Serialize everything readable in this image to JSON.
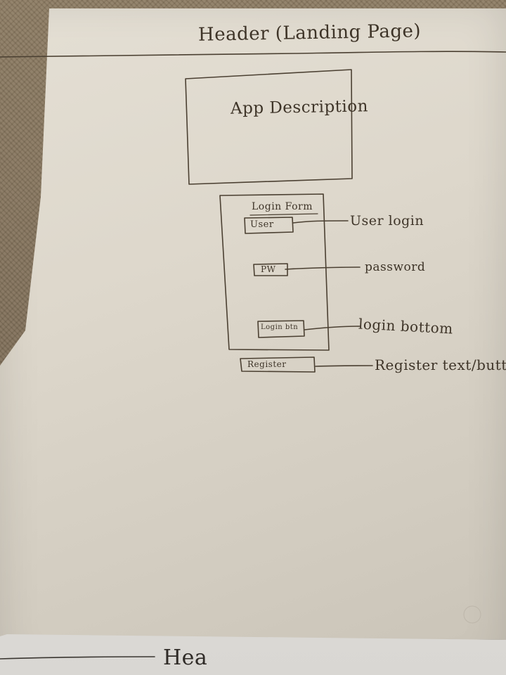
{
  "header": {
    "title": "Header (Landing Page)"
  },
  "app_description": {
    "label": "App Description"
  },
  "login_form": {
    "title": "Login Form",
    "user_field_label": "User",
    "password_field_label": "PW",
    "login_button_label": "Login btn"
  },
  "register": {
    "label": "Register"
  },
  "annotations": {
    "user_login": "User login",
    "password": "password",
    "login_button": "login bottom",
    "register_text_button": "Register text/button"
  },
  "next_page": {
    "header_fragment": "Hea"
  },
  "colors": {
    "ink": "#4b4032",
    "paper": "#e4dfd4",
    "table": "#8c7b62"
  }
}
